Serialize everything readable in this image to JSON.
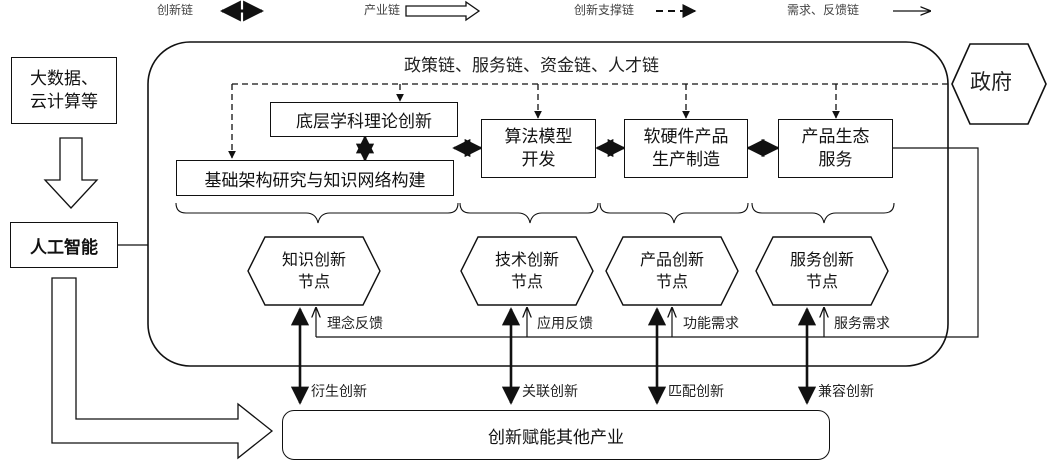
{
  "legend": {
    "innovation_chain": "创新链",
    "industry_chain": "产业链",
    "support_chain": "创新支撑链",
    "feedback_chain": "需求、反馈链"
  },
  "top_chains": "政策链、服务链、资金链、人才链",
  "government": "政府",
  "inputs": {
    "big_data_line1": "大数据、",
    "big_data_line2": "云计算等"
  },
  "ai": "人工智能",
  "boxes": {
    "basic_theory": "底层学科理论创新",
    "framework": "基础架构研究与知识网络构建",
    "algorithm_line1": "算法模型",
    "algorithm_line2": "开发",
    "hardware_line1": "软硬件产品",
    "hardware_line2": "生产制造",
    "ecosystem_line1": "产品生态",
    "ecosystem_line2": "服务"
  },
  "nodes": [
    {
      "line1": "知识创新",
      "line2": "节点"
    },
    {
      "line1": "技术创新",
      "line2": "节点"
    },
    {
      "line1": "产品创新",
      "line2": "节点"
    },
    {
      "line1": "服务创新",
      "line2": "节点"
    }
  ],
  "feedback": [
    "理念反馈",
    "应用反馈",
    "功能需求",
    "服务需求"
  ],
  "spillovers": [
    "衍生创新",
    "关联创新",
    "匹配创新",
    "兼容创新"
  ],
  "bottom": "创新赋能其他产业"
}
